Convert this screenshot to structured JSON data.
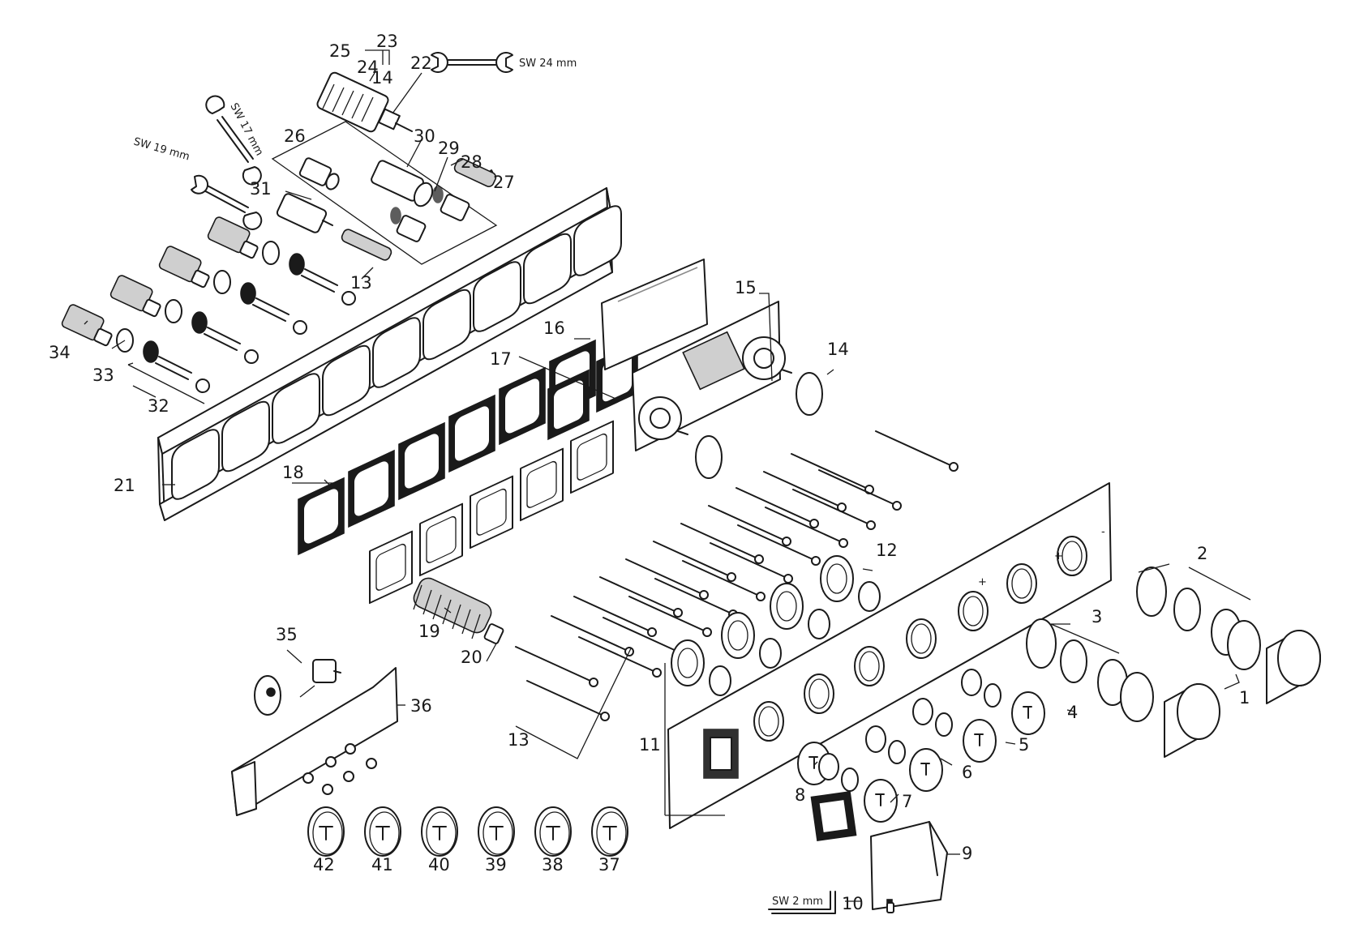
{
  "labels": {
    "p1": "1",
    "p2": "2",
    "p3": "3",
    "p4": "4",
    "p5": "5",
    "p6": "6",
    "p7": "7",
    "p8": "8",
    "p9": "9",
    "p10": "10",
    "p11": "11",
    "p12": "12",
    "p13a": "13",
    "p13b": "13",
    "p14a": "14",
    "p14b": "14",
    "p15": "15",
    "p16": "16",
    "p17": "17",
    "p18": "18",
    "p19": "19",
    "p20": "20",
    "p21": "21",
    "p22": "22",
    "p23": "23",
    "p24": "24",
    "p25": "25",
    "p26": "26",
    "p27": "27",
    "p28": "28",
    "p29": "29",
    "p30": "30",
    "p31": "31",
    "p32": "32",
    "p33": "33",
    "p34": "34",
    "p35": "35",
    "p36": "36",
    "p37": "37",
    "p38": "38",
    "p39": "39",
    "p40": "40",
    "p41": "41",
    "p42": "42"
  },
  "tools": {
    "wrench_24": "SW 24 mm",
    "wrench_17": "SW 17 mm",
    "wrench_19": "SW 19 mm",
    "hex_key_2": "SW 2 mm"
  },
  "plate_symbols": {
    "plus": "+",
    "hot": "+",
    "cold": "-"
  }
}
